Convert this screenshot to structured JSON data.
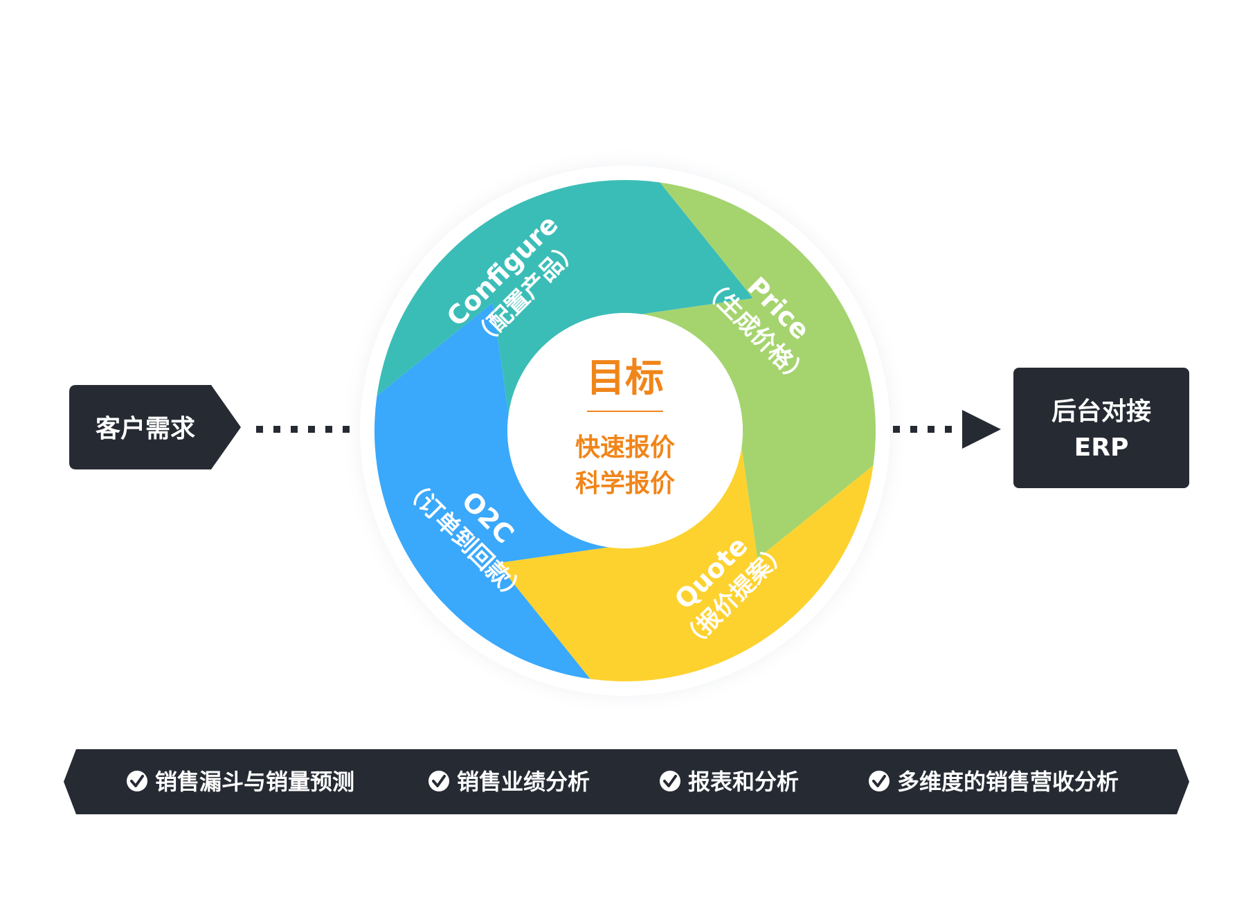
{
  "colors": {
    "dark": "#262b33",
    "teal": "#3bbdb7",
    "green": "#a5d46f",
    "yellow": "#fdd22f",
    "blue": "#3aa8fb",
    "orange": "#f08519",
    "white": "#ffffff"
  },
  "input_box": {
    "label": "客户需求"
  },
  "output_box": {
    "line1": "后台对接",
    "line2": "ERP"
  },
  "center": {
    "title": "目标",
    "lines": [
      "快速报价",
      "科学报价"
    ]
  },
  "segments": [
    {
      "key": "configure",
      "title": "Configure",
      "subtitle": "（配置产品）",
      "color": "#3bbdb7"
    },
    {
      "key": "price",
      "title": "Price",
      "subtitle": "（生成价格）",
      "color": "#a5d46f"
    },
    {
      "key": "quote",
      "title": "Quote",
      "subtitle": "（报价提案）",
      "color": "#fdd22f"
    },
    {
      "key": "o2c",
      "title": "O2C",
      "subtitle": "（订单到回款）",
      "color": "#3aa8fb"
    }
  ],
  "features": [
    {
      "label": "销售漏斗与销量预测",
      "icon": "check-circle-icon"
    },
    {
      "label": "销售业绩分析",
      "icon": "check-circle-icon"
    },
    {
      "label": "报表和分析",
      "icon": "check-circle-icon"
    },
    {
      "label": "多维度的销售营收分析",
      "icon": "check-circle-icon"
    }
  ]
}
